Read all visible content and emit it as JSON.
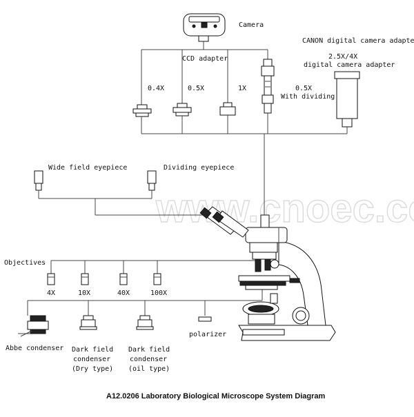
{
  "diagram": {
    "caption": "A12.0206  Laboratory Biological Microscope System Diagram",
    "watermark": "www.cnoec.com"
  },
  "camera_section": {
    "camera_label": "Camera",
    "ccd_adapter_label": "CCD adapter",
    "adapters": [
      "0.4X",
      "0.5X",
      "1X",
      "0.5X"
    ],
    "dividing_label": "With dividing",
    "canon_label": "CANON digital camera adapter",
    "digital_adapter_line1": "2.5X/4X",
    "digital_adapter_line2": "digital camera adapter"
  },
  "eyepieces": {
    "wide_field": "Wide field eyepiece",
    "dividing": "Dividing eyepiece"
  },
  "objectives": {
    "label": "Objectives",
    "items": [
      "4X",
      "10X",
      "40X",
      "100X"
    ]
  },
  "condensers": {
    "abbe": "Abbe condenser",
    "dark_dry_1": "Dark field",
    "dark_dry_2": "condenser",
    "dark_dry_3": "(Dry type)",
    "dark_oil_1": "Dark field",
    "dark_oil_2": "condenser",
    "dark_oil_3": "(oil type)",
    "polarizer": "polarizer"
  }
}
